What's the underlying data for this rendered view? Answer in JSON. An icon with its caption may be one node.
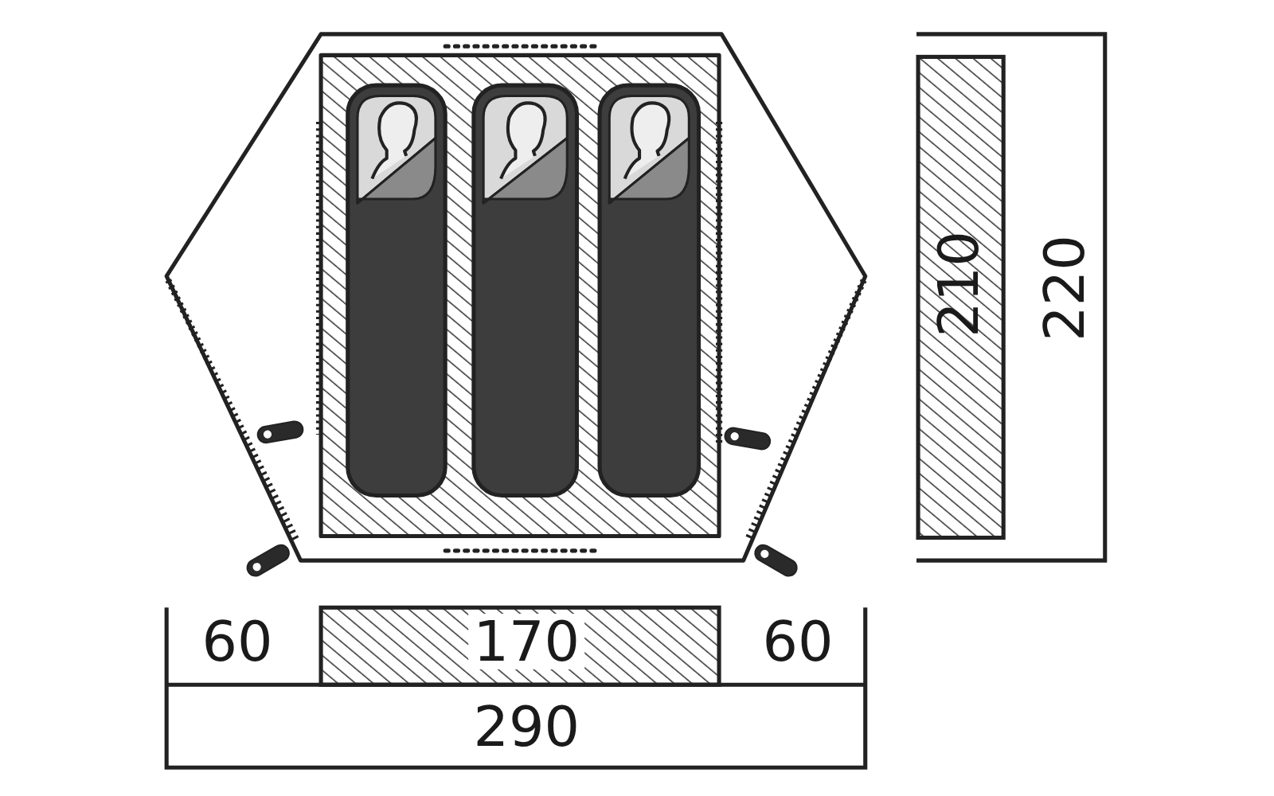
{
  "diagram": {
    "labels": [
      "210",
      "220",
      "60",
      "170",
      "60",
      "290"
    ]
  }
}
